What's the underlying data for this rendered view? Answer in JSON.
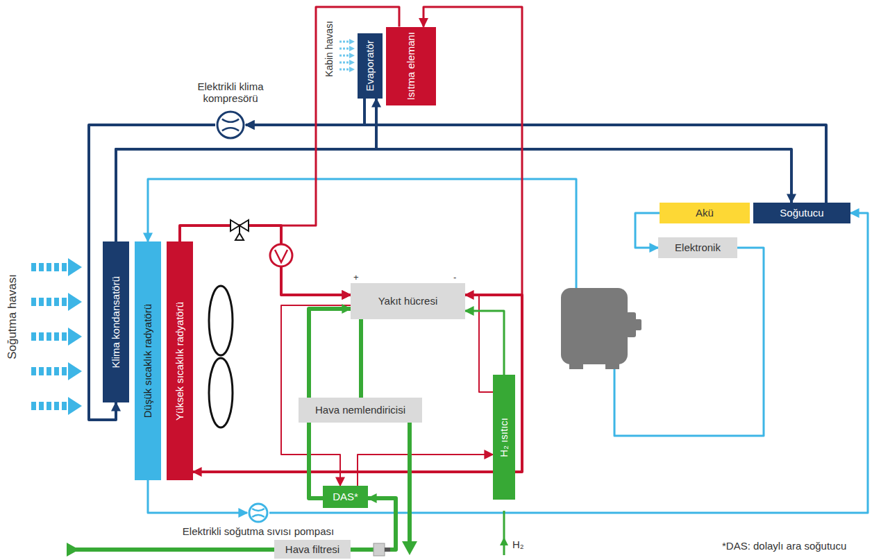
{
  "diagram": {
    "nodes": [
      {
        "text": [
          "Evaporatör"
        ]
      },
      {
        "text": [
          "Isıtma elemanı"
        ]
      },
      {
        "text": [
          "Elektrikli klima kompresörü"
        ]
      },
      {
        "text": [
          "Klima kondansatörü"
        ]
      },
      {
        "text": [
          "Düşük sıcaklık radyatörü"
        ]
      },
      {
        "text": [
          "Yüksek sıcaklık radyatörü"
        ]
      },
      {
        "text": [
          "Yakıt hücresi"
        ]
      },
      {
        "text": [
          "Hava nemlendiricisi"
        ]
      },
      {
        "text": [
          "DAS*"
        ]
      },
      {
        "text": [
          "H₂ ısıtıcı"
        ]
      },
      {
        "text": [
          "Akü"
        ]
      },
      {
        "text": [
          "Soğutucu"
        ]
      },
      {
        "text": [
          "Elektronik"
        ]
      },
      {
        "text": [
          "Hava filtresi"
        ]
      },
      {
        "text": [
          "Elektrikli soğutma sıvısı pompası"
        ]
      }
    ],
    "edges": [
      {
        "from": 11,
        "to": 2,
        "arrow": "to"
      },
      {
        "from": 2,
        "to": 3,
        "arrow": "to"
      },
      {
        "from": 3,
        "to": 0,
        "arrow": "to"
      },
      {
        "from": 0,
        "to": 2,
        "arrow": "to"
      },
      {
        "from": 3,
        "to": 11,
        "arrow": "to"
      },
      {
        "from": 4,
        "to": 14,
        "arrow": "to"
      },
      {
        "from": 14,
        "to": 11,
        "arrow": "to"
      },
      {
        "from": 10,
        "to": 12,
        "arrow": "to"
      },
      {
        "from": 12,
        "to": 4,
        "arrow": "to"
      },
      {
        "from": 5,
        "to": 6,
        "arrow": "to"
      },
      {
        "from": 6,
        "to": 5,
        "arrow": "to"
      },
      {
        "from": 6,
        "to": 1,
        "arrow": "to"
      },
      {
        "from": 1,
        "to": 6,
        "arrow": "to"
      },
      {
        "from": 8,
        "to": 9,
        "arrow": "to"
      },
      {
        "from": 9,
        "to": 6,
        "arrow": "to"
      },
      {
        "from": 6,
        "to": 8,
        "arrow": "to"
      },
      {
        "from": 13,
        "to": 8,
        "arrow": "to"
      },
      {
        "from": 8,
        "to": 6,
        "arrow": "to"
      },
      {
        "from": 6,
        "to": 7,
        "arrow": "none"
      },
      {
        "from": 9,
        "to": 6,
        "arrow": "to"
      }
    ],
    "labels": [
      "Kabin havası",
      "Soğutma havası",
      "+",
      "-",
      "H₂",
      "*DAS: dolaylı ara soğutucu"
    ]
  }
}
